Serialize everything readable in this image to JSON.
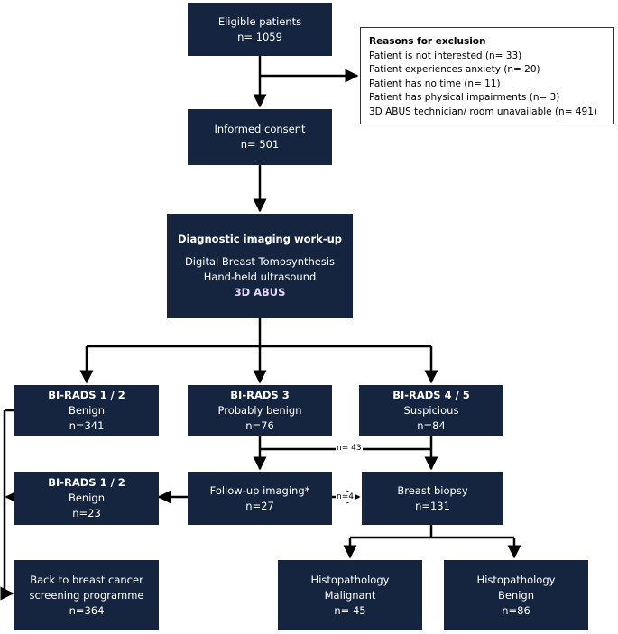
{
  "eligible": {
    "title": "Eligible patients",
    "n": "n= 1059"
  },
  "exclusion": {
    "title": "Reasons for exclusion",
    "items": [
      "Patient is not interested (n= 33)",
      "Patient experiences anxiety (n= 20)",
      "Patient has no time (n= 11)",
      "Patient has physical impairments (n= 3)",
      "3D ABUS technician/ room unavailable (n= 491)"
    ]
  },
  "consent": {
    "title": "Informed consent",
    "n": "n= 501"
  },
  "workup": {
    "title": "Diagnostic imaging work-up",
    "line1": "Digital Breast Tomosynthesis",
    "line2": "Hand-held ultrasound",
    "line3": "3D ABUS"
  },
  "birads12": {
    "title": "BI-RADS 1 / 2",
    "sub": "Benign",
    "n": "n=341"
  },
  "birads3": {
    "title": "BI-RADS 3",
    "sub": "Probably benign",
    "n": "n=76"
  },
  "birads45": {
    "title": "BI-RADS 4 / 5",
    "sub": "Suspicious",
    "n": "n=84"
  },
  "birads12b": {
    "title": "BI-RADS 1 / 2",
    "sub": "Benign",
    "n": "n=23"
  },
  "followup": {
    "title": "Follow-up imaging*",
    "n": "n=27"
  },
  "biopsy": {
    "title": "Breast biopsy",
    "n": "n=131"
  },
  "screening": {
    "line1": "Back to breast cancer",
    "line2": "screening programme",
    "n": "n=364"
  },
  "malignant": {
    "line1": "Histopathology",
    "line2": "Malignant",
    "n": "n= 45"
  },
  "benign": {
    "line1": "Histopathology",
    "line2": "Benign",
    "n": "n=86"
  },
  "edge_labels": {
    "n43": "n= 43",
    "n4": "n=4"
  }
}
